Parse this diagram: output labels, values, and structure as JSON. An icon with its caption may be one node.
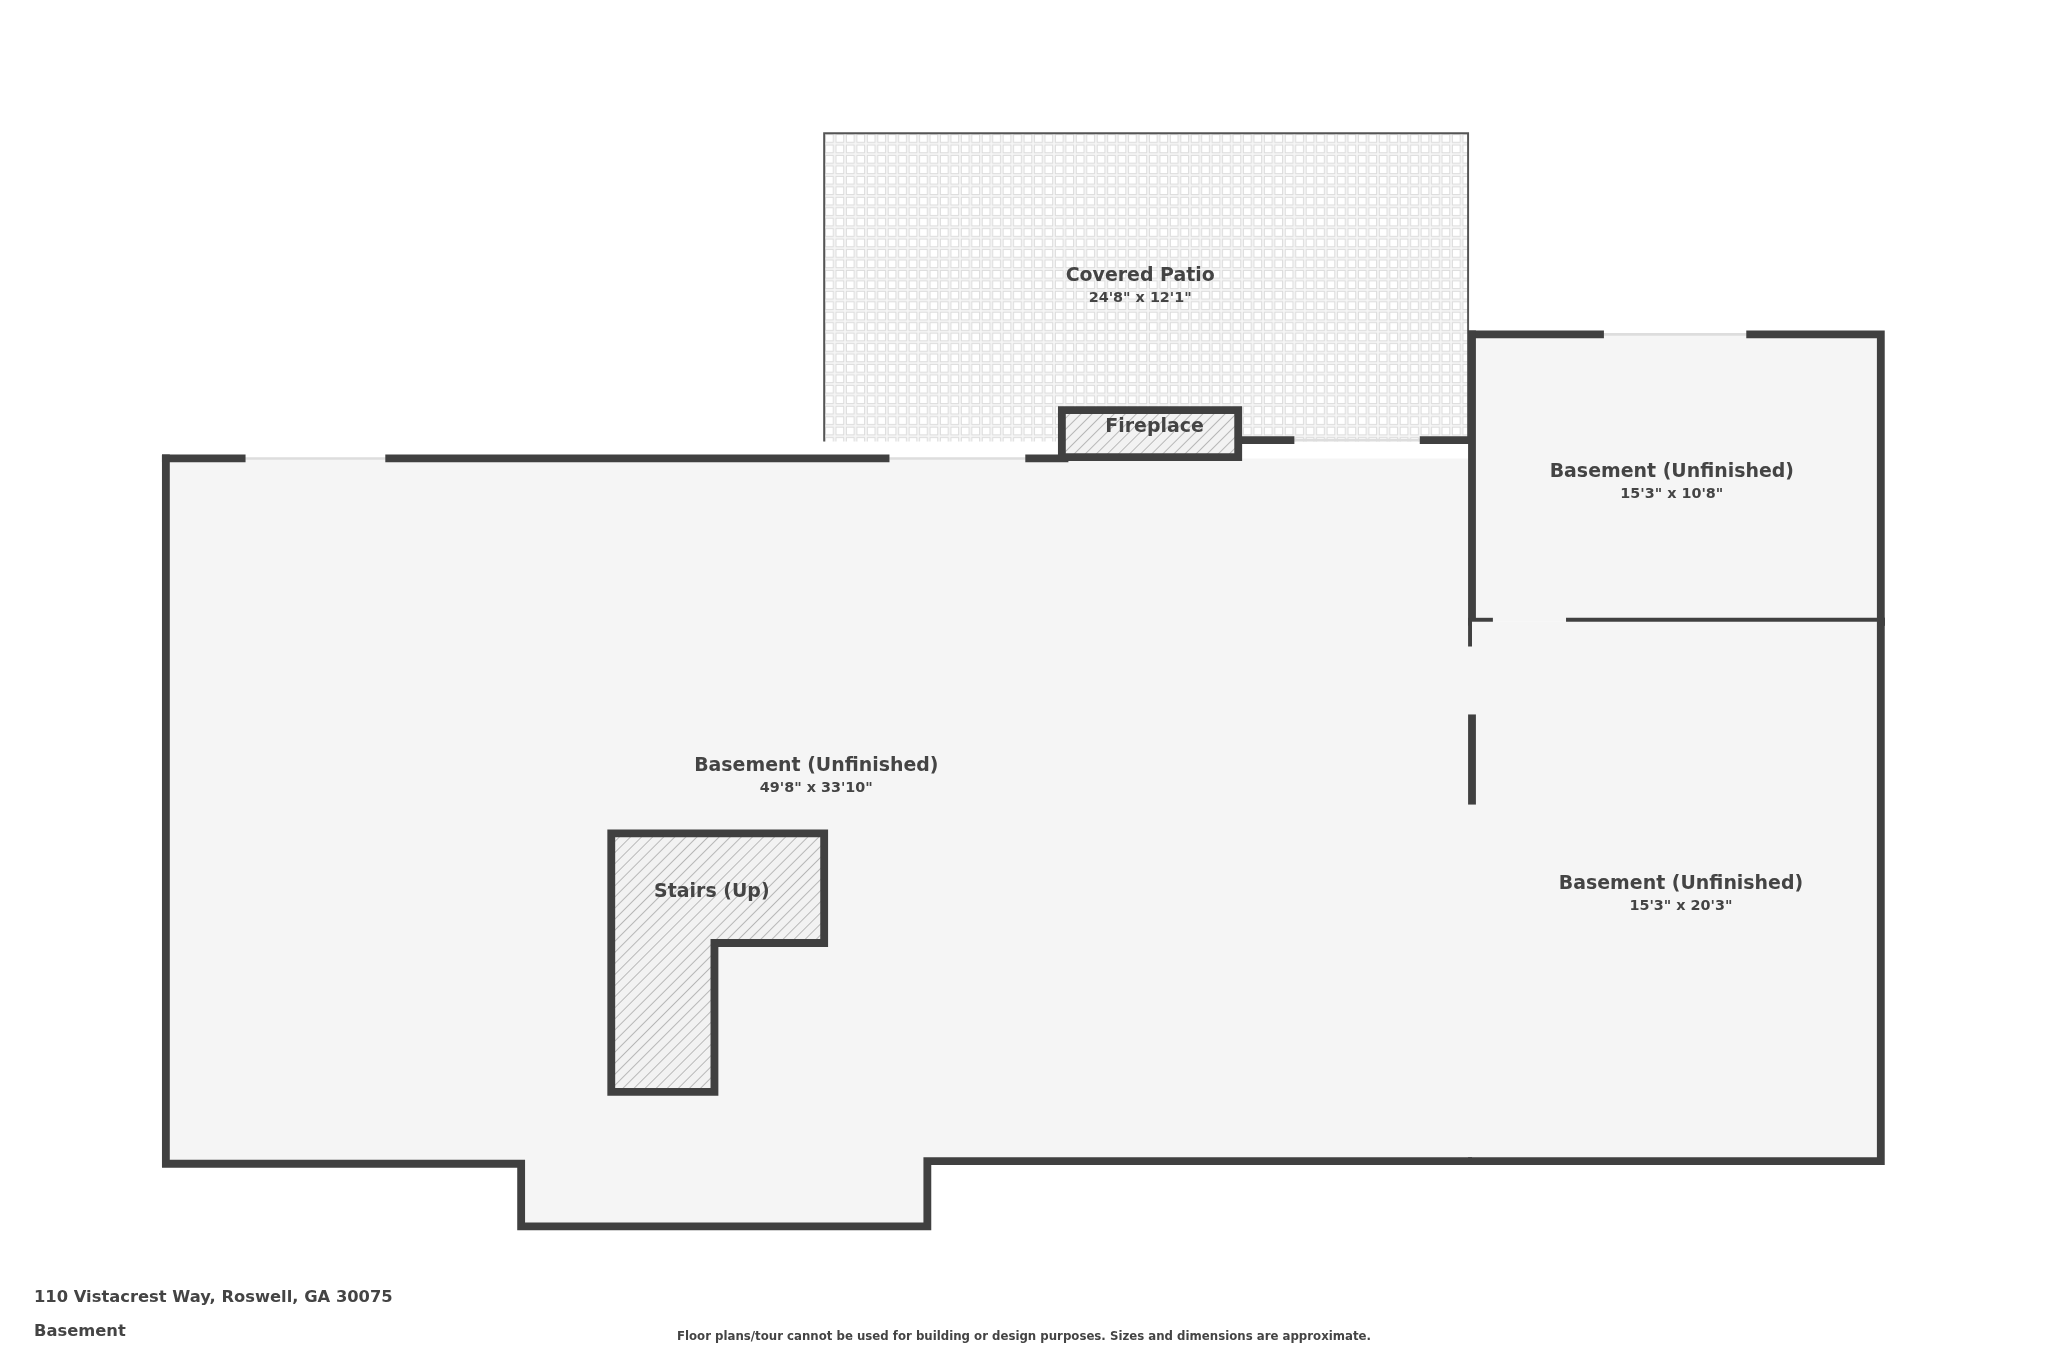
{
  "diagram": {
    "nodes": [
      {
        "text": [
          "Covered Patio",
          "24'8\" x 12'1\""
        ]
      },
      {
        "text": [
          "Fireplace"
        ]
      },
      {
        "text": [
          "Basement (Unfinished)",
          "49'8\" x 33'10\""
        ]
      },
      {
        "text": [
          "Basement (Unfinished)",
          "15'3\" x 10'8\""
        ]
      },
      {
        "text": [
          "Basement (Unfinished)",
          "15'3\" x 20'3\""
        ]
      },
      {
        "text": [
          "Stairs (Up)"
        ],
        "in": 2
      }
    ],
    "labels": [
      "110 Vistacrest Way, Roswell, GA 30075",
      "Basement",
      "Floor plans/tour cannot be used for building or design purposes. Sizes and dimensions are approximate."
    ]
  }
}
